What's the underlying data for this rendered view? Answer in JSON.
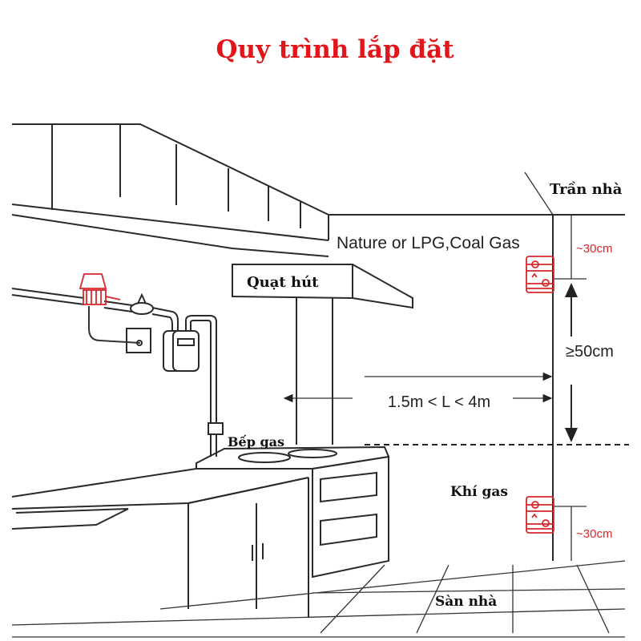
{
  "title": "Quy trình  lắp đặt",
  "labels": {
    "ceiling": "Trần nhà",
    "gas_type": "Nature or LPG,Coal Gas",
    "hood": "Quạt hút",
    "stove": "Bếp gas",
    "gas_detector": "Khí gas",
    "floor": "Sàn nhà",
    "top_distance": "~30cm",
    "middle_distance": "≥50cm",
    "horizontal_distance": "1.5m < L < 4m",
    "bottom_distance": "~30cm"
  },
  "colors": {
    "title": "#e0161b",
    "accent": "#d8262b",
    "line": "#2a2a2a"
  },
  "icons": [
    "gas-detector-icon",
    "solenoid-valve-icon",
    "gas-meter-icon"
  ]
}
